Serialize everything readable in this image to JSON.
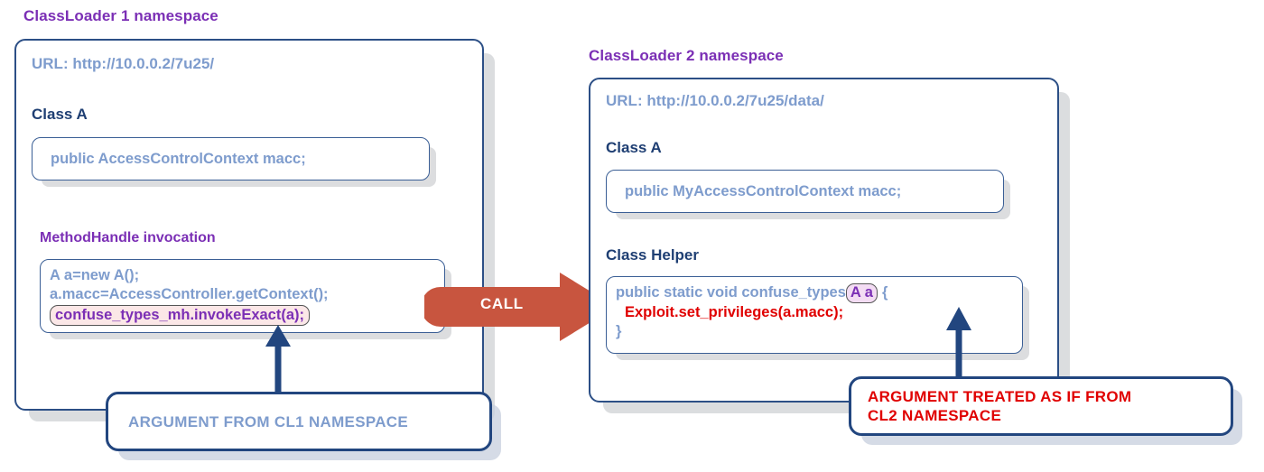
{
  "diagram": {
    "title": "Java ClassLoader namespace type-confusion exploit",
    "colors": {
      "namespace_title": "#7b2fb5",
      "panel_border": "#2c4f86",
      "code_text": "#7e9ccd",
      "class_heading": "#1f3f73",
      "exploit_red": "#e00000",
      "call_arrow": "#c8553f",
      "callout_border": "#22467f",
      "highlight_pink": "#fbe7e7",
      "highlight_purple": "#f3dcf3"
    },
    "left": {
      "namespace_title": "ClassLoader 1 namespace",
      "url": "URL: http://10.0.0.2/7u25/",
      "class_heading": "Class A",
      "class_field": "public AccessControlContext macc;",
      "sub_heading": "MethodHandle invocation",
      "code_line_1": "A a=new A();",
      "code_line_2": "a.macc=AccessController.getContext();",
      "code_line_highlighted": "confuse_types_mh.invokeExact(a);"
    },
    "right": {
      "namespace_title": "ClassLoader 2 namespace",
      "url": "URL: http://10.0.0.2/7u25/data/",
      "class_a_heading": "Class A",
      "class_a_field": "public MyAccessControlContext macc;",
      "class_helper_heading": "Class Helper",
      "helper_sig_before": "public static void confuse_types",
      "helper_sig_token": "A a",
      "helper_sig_after": "{",
      "helper_body": "Exploit.set_privileges(a.macc);",
      "helper_close": "}"
    },
    "call_arrow": {
      "label": "CALL",
      "icon": "right-arrow-icon"
    },
    "callouts": {
      "left": "ARGUMENT FROM CL1 NAMESPACE",
      "right_line_1": "ARGUMENT TREATED AS IF FROM",
      "right_line_2": "CL2 NAMESPACE"
    }
  }
}
